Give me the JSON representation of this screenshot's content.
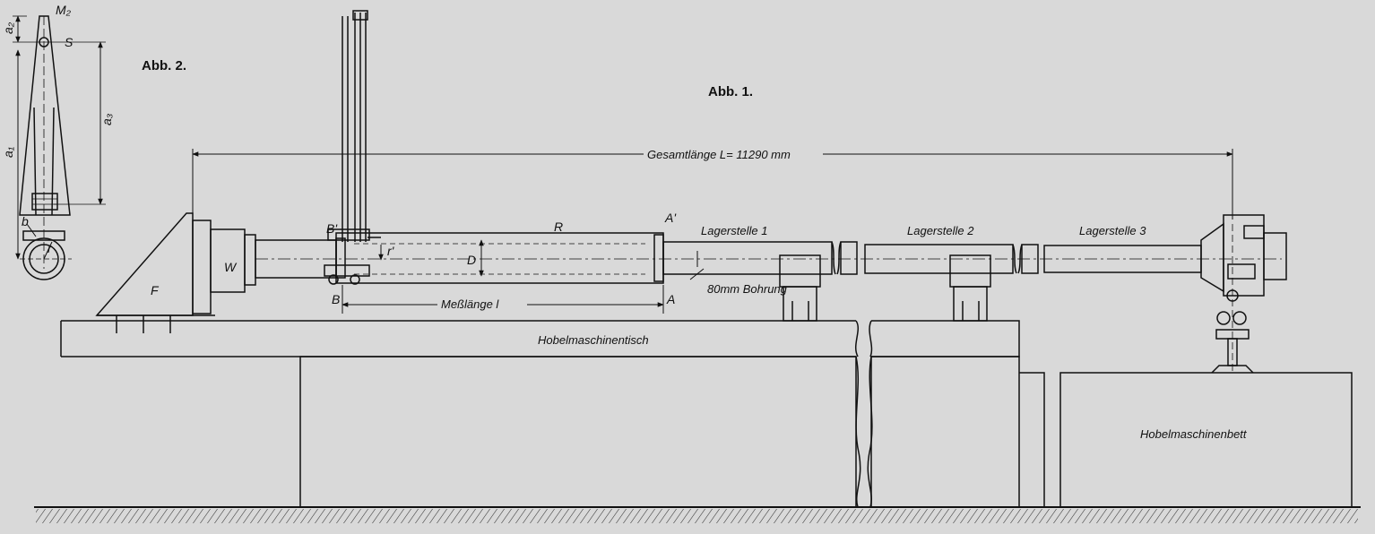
{
  "figures": {
    "fig2_caption": "Abb. 2.",
    "fig1_caption": "Abb. 1."
  },
  "labels": {
    "total_length": "Gesamtlänge L= 11290 mm",
    "bearing_1": "Lagerstelle 1",
    "bearing_2": "Lagerstelle 2",
    "bearing_3": "Lagerstelle 3",
    "bore": "80mm Bohrung",
    "measuring_length": "Meßlänge l",
    "planer_table": "Hobelmaschinentisch",
    "planer_bed": "Hobelmaschinenbett"
  },
  "symbols": {
    "M2": "M₂",
    "S": "S",
    "a1": "a₁",
    "a2": "a₂",
    "a3": "a₃",
    "b": "b",
    "r_small": "r",
    "B_prime": "B'",
    "A_prime": "A'",
    "B": "B",
    "A": "A",
    "R": "R",
    "D": "D",
    "r_prime": "r'",
    "W": "W",
    "F": "F"
  }
}
